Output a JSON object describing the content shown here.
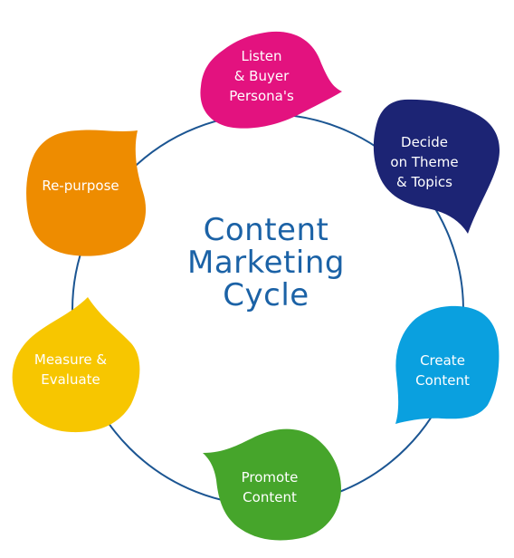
{
  "title": {
    "line1": "Content",
    "line2": "Marketing",
    "line3": "Cycle"
  },
  "steps": [
    {
      "id": "listen",
      "lines": [
        "Listen",
        "& Buyer",
        "Persona's"
      ],
      "color": "#e3127f"
    },
    {
      "id": "decide",
      "lines": [
        "Decide",
        "on Theme",
        "& Topics"
      ],
      "color": "#1c2474"
    },
    {
      "id": "create",
      "lines": [
        "Create",
        "Content"
      ],
      "color": "#0aa0df"
    },
    {
      "id": "promote",
      "lines": [
        "Promote",
        "Content"
      ],
      "color": "#46a52b"
    },
    {
      "id": "measure",
      "lines": [
        "Measure &",
        "Evaluate"
      ],
      "color": "#f7c600"
    },
    {
      "id": "repurpose",
      "lines": [
        "Re-purpose"
      ],
      "color": "#ee8c00"
    }
  ],
  "colors": {
    "ring": "#1b5592",
    "title": "#1b62a6",
    "label": "#ffffff"
  }
}
